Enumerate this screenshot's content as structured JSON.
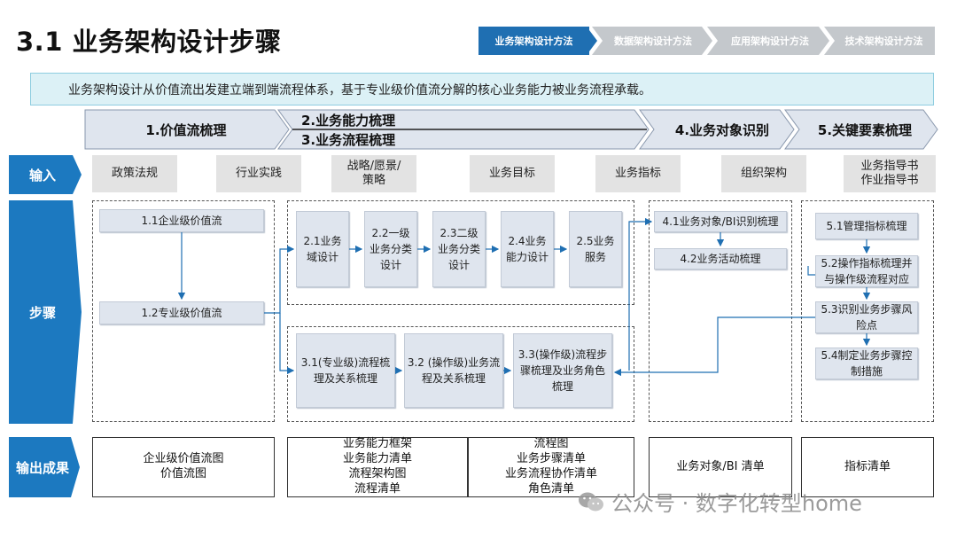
{
  "header": {
    "title": "3.1 业务架构设计步骤",
    "breadcrumbs": [
      "业务架构设计方法",
      "数据架构设计方法",
      "应用架构设计方法",
      "技术架构设计方法"
    ]
  },
  "intro": "业务架构设计从价值流出发建立端到端流程体系，基于专业级价值流分解的核心业务能力被业务流程承载。",
  "phases": {
    "p1": "1.价值流梳理",
    "p2": "2.业务能力梳理",
    "p3": "3.业务流程梳理",
    "p4": "4.业务对象识别",
    "p5": "5.关键要素梳理"
  },
  "rows": {
    "input": "输入",
    "steps": "步骤",
    "output": "输出成果"
  },
  "inputs": [
    "政策法规",
    "行业实践",
    "战略/愿景/\n策略",
    "业务目标",
    "业务指标",
    "组织架构",
    "业务指导书\n作业指导书"
  ],
  "steps": {
    "s1_1": "1.1企业级价值流",
    "s1_2": "1.2专业级价值流",
    "s2_1": "2.1业务\n域设计",
    "s2_2": "2.2一级\n业务分类\n设计",
    "s2_3": "2.3二级\n业务分类\n设计",
    "s2_4": "2.4业务\n能力设计",
    "s2_5": "2.5业务\n服务",
    "s3_1": "3.1(专业级)流程梳\n理及关系梳理",
    "s3_2": "3.2 (操作级)业务流\n程及关系梳理",
    "s3_3": "3.3(操作级)流程步\n骤梳理及业务角色\n梳理",
    "s4_1": "4.1业务对象/BI识别梳理",
    "s4_2": "4.2业务活动梳理",
    "s5_1": "5.1管理指标梳理",
    "s5_2": "5.2操作指标梳理并\n与操作级流程对应",
    "s5_3": "5.3识别业务步骤风\n险点",
    "s5_4": "5.4制定业务步骤控\n制措施"
  },
  "outputs": {
    "o1": "企业级价值流图\n价值流图",
    "o2": "业务能力框架\n业务能力清单\n流程架构图\n流程清单",
    "o3": "流程图\n业务步骤清单\n业务流程协作清单\n角色清单",
    "o4": "业务对象/BI 清单",
    "o5": "指标清单"
  },
  "watermark": "公众号 · 数字化转型home",
  "colors": {
    "accent": "#1f6fb2",
    "label_blue": "#1c79c0",
    "phase_fill": "#dfe5ee",
    "step_fill": "#dfe5ee",
    "input_fill": "#e3e3e3",
    "intro_fill": "#dcf1f6"
  }
}
